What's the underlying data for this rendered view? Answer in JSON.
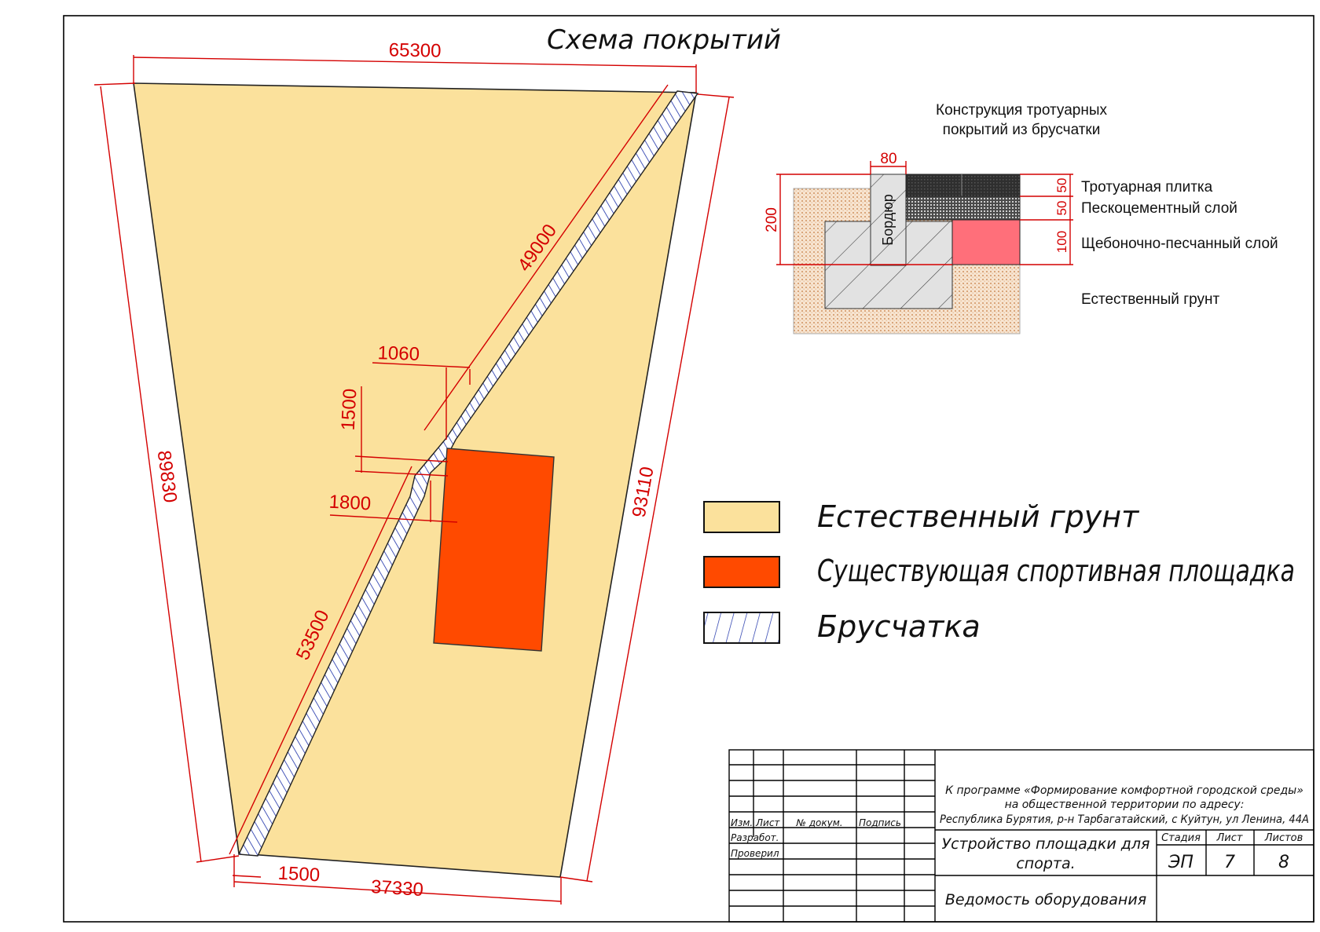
{
  "title": "Схема покрытий",
  "colors": {
    "ground": "#fbe19c",
    "sports": "#ff4a00",
    "dim": "#d40000",
    "hatch": "#1a2fa8",
    "gravel": "#ff6f7a"
  },
  "dimensions": {
    "top": "65300",
    "left": "89830",
    "right": "93110",
    "bottom": "37330",
    "bottom_small": "1500",
    "diag_upper": "49000",
    "diag_lower": "53500",
    "d1060": "1060",
    "d1500": "1500",
    "d1800": "1800"
  },
  "construction": {
    "title_line1": "Конструкция тротуарных",
    "title_line2": "покрытий из брусчатки",
    "border_label": "Бордюр",
    "dim_width": "80",
    "dim_height": "200",
    "dim_50a": "50",
    "dim_50b": "50",
    "dim_100": "100",
    "layers": [
      "Тротуарная плитка",
      "Пескоцементный слой",
      "Щебоночно-песчанный слой",
      "Естественный грунт"
    ]
  },
  "legend": [
    {
      "label": "Естественный грунт",
      "swatch": "ground"
    },
    {
      "label": "Существующая спортивная площадка",
      "swatch": "sports"
    },
    {
      "label": "Брусчатка",
      "swatch": "hatch"
    }
  ],
  "stamp": {
    "headers": [
      "Изм.",
      "Лист",
      "№ докум.",
      "Подпись"
    ],
    "rows": [
      "Разработ.",
      "Проверил"
    ],
    "program_line1": "К программе «Формирование комфортной городской среды»",
    "program_line2": "на общественной территории по адресу:",
    "program_line3": "Республика Бурятия, р-н Тарбагатайский, с Куйтун, ул Ленина, 44А",
    "project_line1": "Устройство площадки для",
    "project_line2": "спорта.",
    "stage_label": "Стадия",
    "sheet_label": "Лист",
    "sheets_label": "Листов",
    "stage": "ЭП",
    "sheet": "7",
    "sheets": "8",
    "drawing_name": "Ведомость оборудования"
  }
}
